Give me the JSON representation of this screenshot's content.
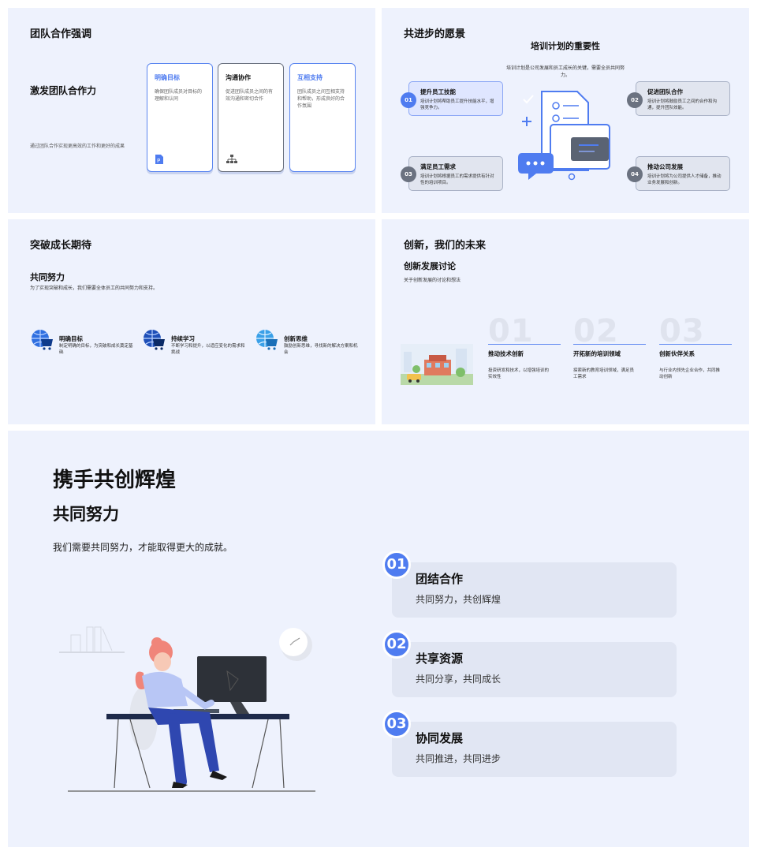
{
  "slide1": {
    "title": "团队合作强调",
    "subtitle": "激发团队合作力",
    "desc": "通过团队合作实现更高效的工作和更好的成果",
    "cards": [
      {
        "title": "明确目标",
        "desc": "确保团队成员对目标的理解和认同",
        "accent": "#4f7cf0"
      },
      {
        "title": "沟通协作",
        "desc": "促进团队成员之间的有效沟通和密切合作",
        "accent": "#111111"
      },
      {
        "title": "互相支持",
        "desc": "团队成员之间互相支持和帮助，形成良好的合作氛围",
        "accent": "#4f7cf0"
      }
    ]
  },
  "slide2": {
    "title": "共进步的愿景",
    "heading": "培训计划的重要性",
    "intro": "培训计划是公司发展和员工成长的关键，需要全员共同努力。",
    "items": [
      {
        "num": "01",
        "title": "提升员工技能",
        "desc": "培训计划将帮助员工提升技能水平，增强竞争力。"
      },
      {
        "num": "02",
        "title": "促进团队合作",
        "desc": "培训计划将鼓励员工之间的合作和沟通，提升团队效能。"
      },
      {
        "num": "03",
        "title": "满足员工需求",
        "desc": "培训计划将根据员工的需求提供有针对性的培训项目。"
      },
      {
        "num": "04",
        "title": "推动公司发展",
        "desc": "培训计划将为公司提供人才储备，推动业务发展和创新。"
      }
    ]
  },
  "slide3": {
    "title": "突破成长期待",
    "subtitle": "共同努力",
    "desc": "为了实现突破和成长，我们需要全体员工的共同努力和支持。",
    "features": [
      {
        "title": "明确目标",
        "desc": "制定明确的目标，为突破和成长奠定基础"
      },
      {
        "title": "持续学习",
        "desc": "不断学习和提升，以适应变化的需求和挑战"
      },
      {
        "title": "创新思维",
        "desc": "鼓励创新思维，寻找新的解决方案和机会"
      }
    ]
  },
  "slide4": {
    "title": "创新，我们的未来",
    "subtitle": "创新发展讨论",
    "desc": "关于创新发展的讨论和想法",
    "columns": [
      {
        "num": "01",
        "title": "推动技术创新",
        "desc": "投资研发和技术，以增强培训的实效性"
      },
      {
        "num": "02",
        "title": "开拓新的培训领域",
        "desc": "探索新的教育培训领域，满足员工需求"
      },
      {
        "num": "03",
        "title": "创新伙伴关系",
        "desc": "与行业内领先企业合作，共同推动创新"
      }
    ]
  },
  "slide5": {
    "title": "携手共创辉煌",
    "subtitle": "共同努力",
    "desc": "我们需要共同努力，才能取得更大的成就。",
    "items": [
      {
        "num": "01",
        "title": "团结合作",
        "desc": "共同努力，共创辉煌"
      },
      {
        "num": "02",
        "title": "共享资源",
        "desc": "共同分享，共同成长"
      },
      {
        "num": "03",
        "title": "协同发展",
        "desc": "共同推进，共同进步"
      }
    ]
  },
  "colors": {
    "accent": "#4f7cf0",
    "slide_bg": "#eef2fd",
    "dark_num": "#6b7280"
  }
}
